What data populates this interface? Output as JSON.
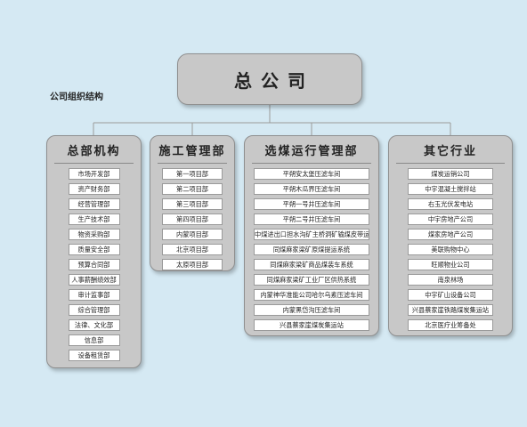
{
  "root": {
    "title": "总公司"
  },
  "org_label": "公司组织结构",
  "departments": [
    {
      "title": "总部机构",
      "items": [
        "市场开发部",
        "资产财务部",
        "经营管理部",
        "生产技术部",
        "物资采购部",
        "质量安全部",
        "预算合同部",
        "人事薪酬绩效部",
        "审计监事部",
        "综合管理部",
        "法律、文化部",
        "信息部",
        "设备租赁部"
      ]
    },
    {
      "title": "施工管理部",
      "items": [
        "第一项目部",
        "第二项目部",
        "第三项目部",
        "第四项目部",
        "内蒙项目部",
        "北京项目部",
        "太原项目部"
      ]
    },
    {
      "title": "选煤运行管理部",
      "items": [
        "平朔安太堡压滤车间",
        "平朔木瓜界压滤车间",
        "平朔一号井压滤车间",
        "平朔二号井压滤车间",
        "中煤进出口担水沟矿主桥洞矿输煤皮带运行",
        "同煤麻家梁矿原煤提运系统",
        "同煤麻家梁矿商品煤装车系统",
        "同煤麻家梁矿工业厂区供热系统",
        "内蒙神华准能公司哈尔乌素压滤车间",
        "内蒙黑岱沟压滤车间",
        "兴县蔡家崖煤炭集运站"
      ]
    },
    {
      "title": "其它行业",
      "items": [
        "煤炭运销公司",
        "中宇混凝土搅拌站",
        "右玉光伏发电站",
        "中宇房地产公司",
        "煤家房地产公司",
        "美联购物中心",
        "旺顺物业公司",
        "南泉林场",
        "中宇矿山设备公司",
        "兴县蔡家崖铁路煤炭集运站",
        "北京医疗业筹备处"
      ]
    }
  ]
}
